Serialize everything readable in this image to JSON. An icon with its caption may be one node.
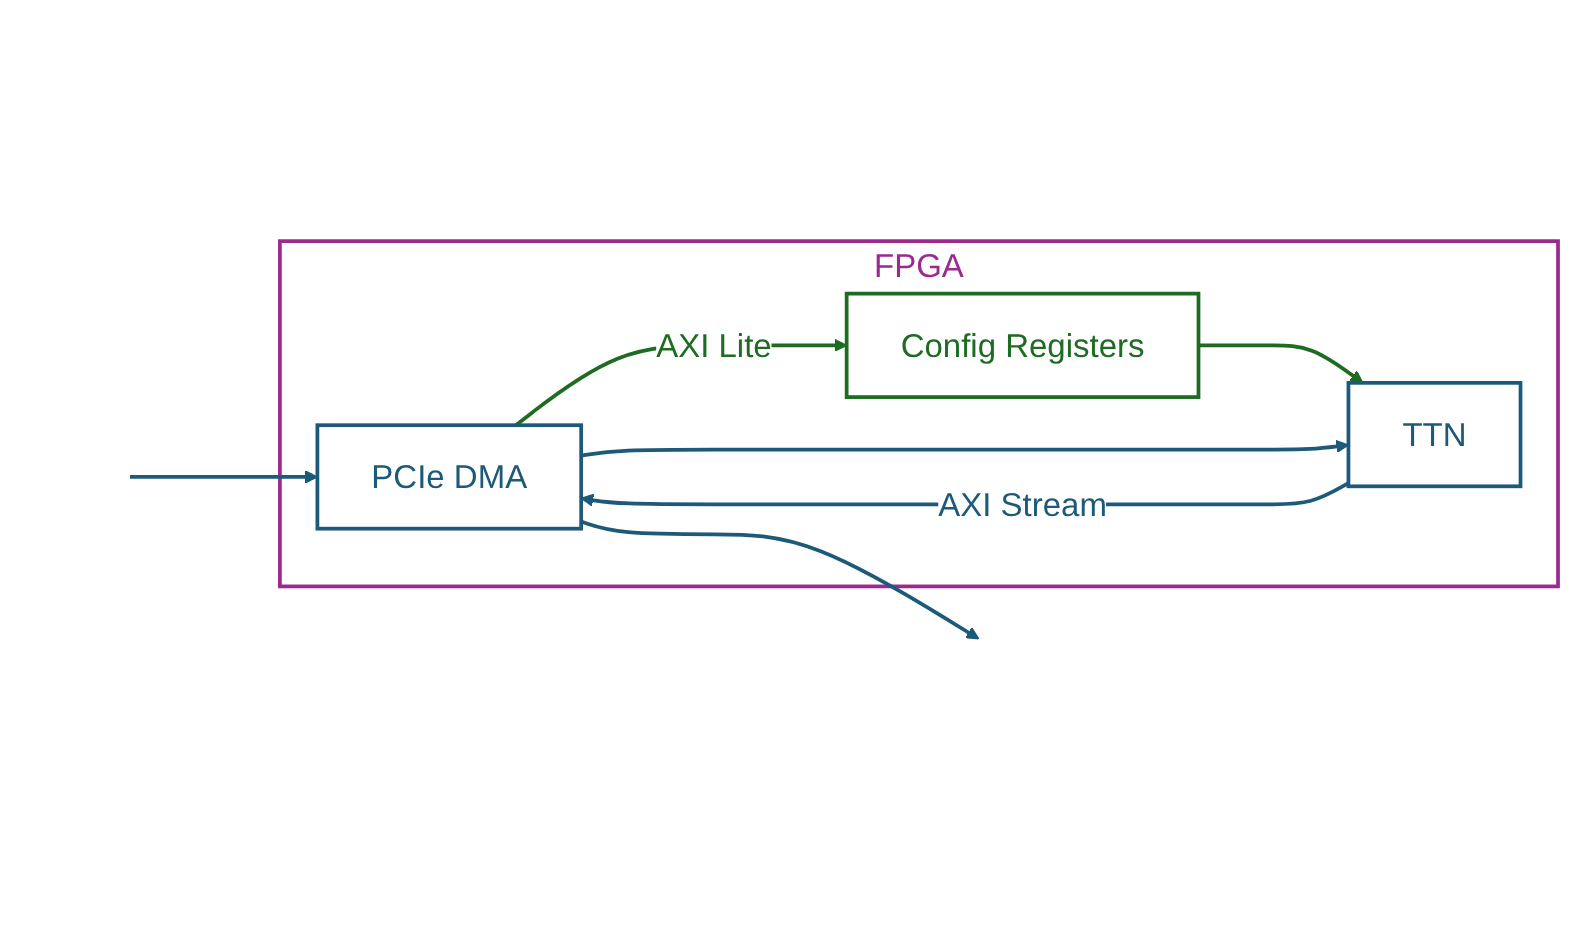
{
  "diagram": {
    "nodes": [
      {
        "text": [
          "FPGA"
        ]
      },
      {
        "text": [
          "Config Registers"
        ],
        "in": 0
      },
      {
        "text": [
          "PCIe DMA"
        ],
        "in": 0
      },
      {
        "text": [
          "TTN"
        ],
        "in": 0
      }
    ],
    "edges": [
      {
        "from": 2,
        "to": 1,
        "arrow": "to",
        "label": "AXI Lite",
        "color": "#1e6b22"
      },
      {
        "from": 1,
        "to": 3,
        "arrow": "to",
        "color": "#1e6b22"
      },
      {
        "from": 2,
        "to": 3,
        "arrow": "to"
      },
      {
        "from": 3,
        "to": 2,
        "arrow": "to",
        "label": "AXI Stream"
      },
      {
        "from": null,
        "to": 2,
        "arrow": "to"
      },
      {
        "from": 2,
        "to": null,
        "arrow": "to"
      }
    ]
  }
}
